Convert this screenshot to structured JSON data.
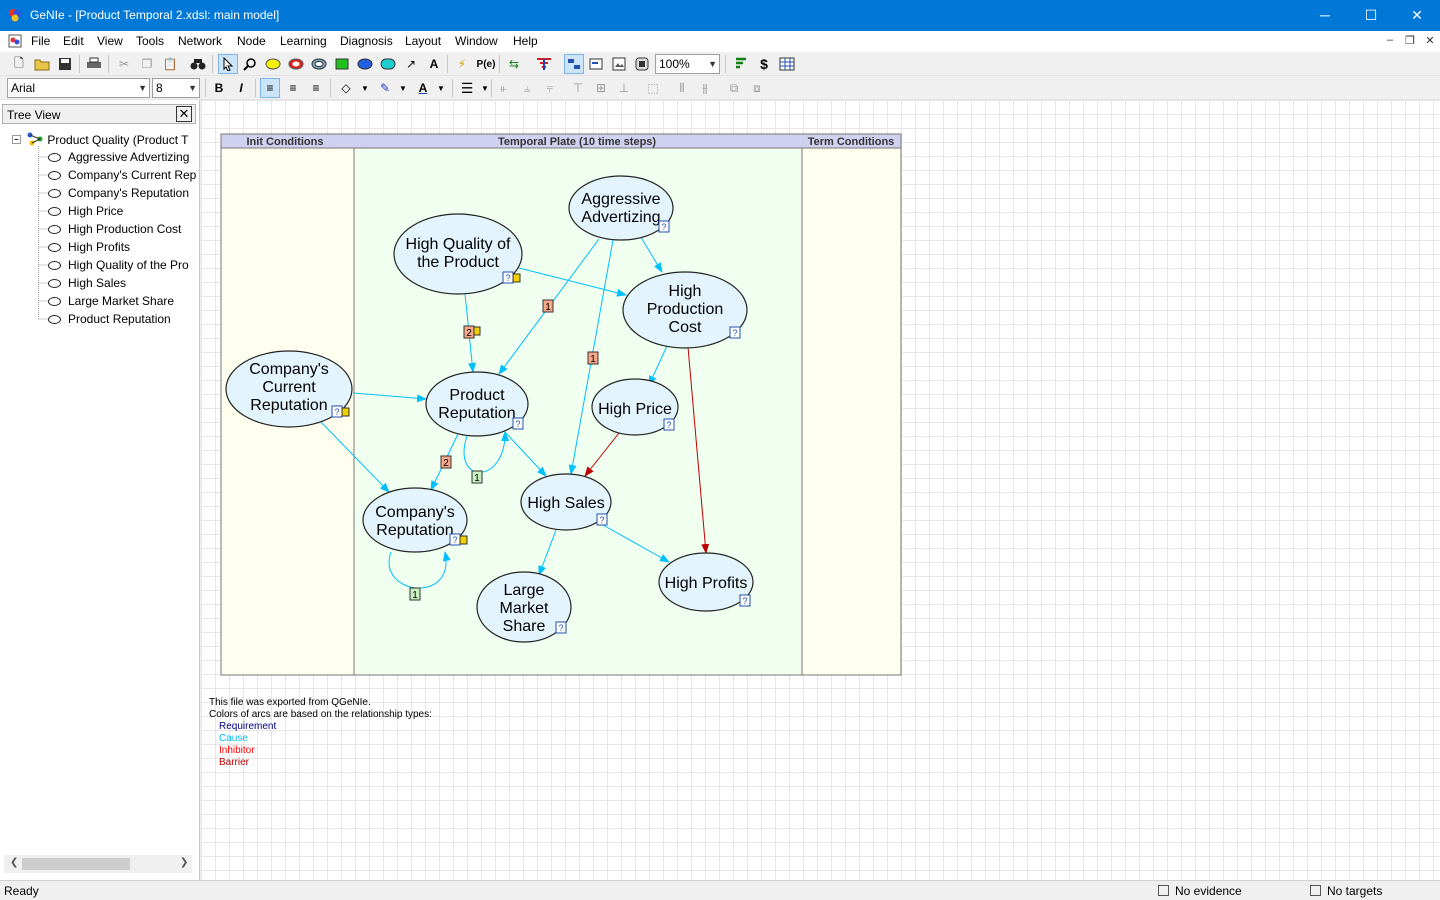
{
  "window": {
    "title": "GeNIe - [Product Temporal 2.xdsl: main model]"
  },
  "menu": {
    "items": [
      "File",
      "Edit",
      "View",
      "Tools",
      "Network",
      "Node",
      "Learning",
      "Diagnosis",
      "Layout",
      "Window",
      "Help"
    ]
  },
  "toolbar": {
    "zoom": "100%"
  },
  "format_toolbar": {
    "font": "Arial",
    "size": "8"
  },
  "tree": {
    "header": "Tree View",
    "root": "Product Quality (Product T",
    "items": [
      "Aggressive Advertizing",
      "Company's Current Rep",
      "Company's Reputation",
      "High Price",
      "High Production Cost",
      "High Profits",
      "High Quality of the Pro",
      "High Sales",
      "Large Market Share",
      "Product Reputation"
    ]
  },
  "plate": {
    "init": "Init Conditions",
    "temporal": "Temporal Plate (10 time steps)",
    "term": "Term Conditions"
  },
  "nodes": {
    "aggressive": [
      "Aggressive",
      "Advertizing"
    ],
    "quality": [
      "High Quality of",
      "the Product"
    ],
    "cost": [
      "High",
      "Production",
      "Cost"
    ],
    "current": [
      "Company's",
      "Current",
      "Reputation"
    ],
    "product_rep": [
      "Product",
      "Reputation"
    ],
    "price": [
      "High Price"
    ],
    "company_rep": [
      "Company's",
      "Reputation"
    ],
    "sales": [
      "High Sales"
    ],
    "profits": [
      "High Profits"
    ],
    "market": [
      "Large",
      "Market",
      "Share"
    ]
  },
  "arc_labels": {
    "a1": "1",
    "a2": "2",
    "a3": "1",
    "a4": "2",
    "a5": "1",
    "a6": "1"
  },
  "legend": {
    "line1": "This file was exported from QGeNIe.",
    "line2": "Colors of arcs are based on the relationship types:",
    "requirement": "Requirement",
    "cause": "Cause",
    "inhibitor": "Inhibitor",
    "barrier": "Barrier"
  },
  "colors": {
    "requirement": "#000080",
    "cause": "#00bfff",
    "inhibitor": "#ff0000",
    "barrier": "#c00000",
    "titlebar": "#0078d7"
  },
  "status": {
    "ready": "Ready",
    "evidence": "No evidence",
    "targets": "No targets"
  }
}
